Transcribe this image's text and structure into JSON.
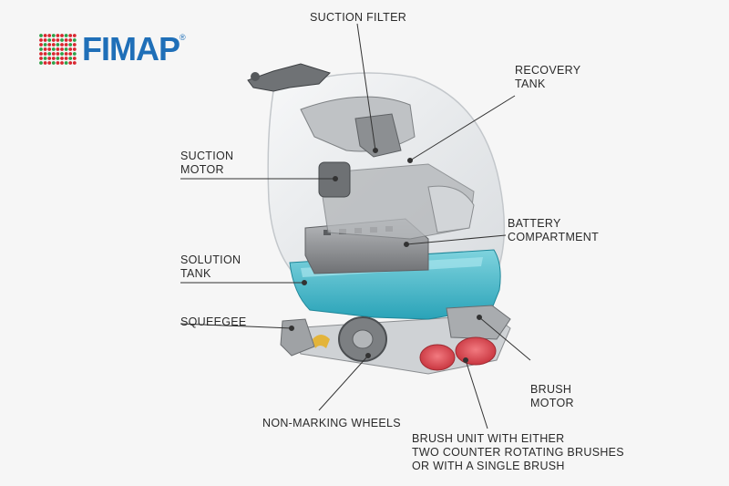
{
  "logo": {
    "text": "FIMAP",
    "reg": "®",
    "colors": {
      "blue": "#1f6fb8",
      "red": "#d8262f",
      "green": "#2ca046"
    }
  },
  "labels": {
    "suction_filter": "SUCTION FILTER",
    "recovery_tank_1": "RECOVERY",
    "recovery_tank_2": "TANK",
    "suction_motor_1": "SUCTION",
    "suction_motor_2": "MOTOR",
    "battery_1": "BATTERY",
    "battery_2": "COMPARTMENT",
    "solution_tank_1": "SOLUTION",
    "solution_tank_2": "TANK",
    "squeegee": "SQUEEGEE",
    "brush_motor_1": "BRUSH",
    "brush_motor_2": "MOTOR",
    "wheels": "NON-MARKING WHEELS",
    "brush_unit_1": "BRUSH UNIT WITH EITHER",
    "brush_unit_2": "TWO COUNTER ROTATING BRUSHES",
    "brush_unit_3": "OR WITH A SINGLE BRUSH"
  },
  "colors": {
    "tank_blue": "#3fb7c9",
    "brush_red": "#d9414a",
    "body_grey": "#8d8f92",
    "shell": "#e9ecef"
  }
}
